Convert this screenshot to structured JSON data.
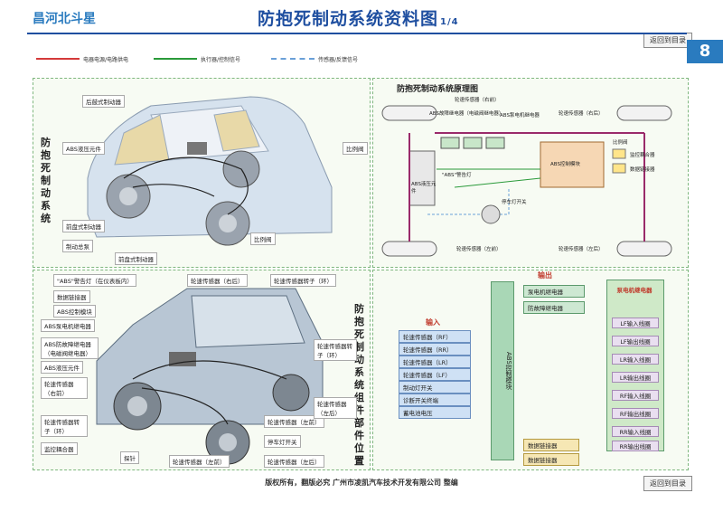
{
  "header": {
    "brand": "昌河北斗星",
    "title": "防抱死制动系统资料图",
    "page_fraction": "1/4",
    "back_button": "返回到目录",
    "page_number": "8"
  },
  "legend": [
    {
      "label": "电器电源/电路供电",
      "color": "#d43a3a"
    },
    {
      "label": "执行器/控制信号",
      "color": "#2a9a3a"
    },
    {
      "label": "传感器/反馈信号",
      "color": "#6aa0d8"
    }
  ],
  "top_left": {
    "vertical_title": "防抱死制动系统",
    "labels": [
      "后鼓式制动器",
      "ABS液压元件",
      "比例阀",
      "前盘式制动器",
      "制动总泵",
      "比例阀",
      "前盘式制动器"
    ]
  },
  "top_right": {
    "title": "防抱死制动系统原理图",
    "labels": [
      "轮速传感器（右前）",
      "ABS故障继电器（电磁阀继电器）",
      "ABS泵电机继电器",
      "轮速传感器（右后）",
      "比例阀",
      "\"ABS\"警告灯",
      "ABS控制模块",
      "监控耦合器",
      "数据链接器",
      "ABS液压元件",
      "停车灯开关",
      "轮速传感器（左前）",
      "轮速传感器（左后）"
    ]
  },
  "bottom_left": {
    "vertical_title": "防抱死制动系统组件部件位置",
    "labels": [
      "\"ABS\"警告灯（在仪表板内）",
      "轮速传感器（右后）",
      "轮速传感器转子（环）",
      "数据链接器",
      "ABS控制模块",
      "ABS泵电机继电器",
      "ABS防故障继电器（电磁阀继电器）",
      "ABS液压元件",
      "轮速传感器（右前）",
      "轮速传感器转子（环）",
      "监控耦合器",
      "探针",
      "轮速传感器转子（环）",
      "轮速传感器（左前）",
      "轮速传感器（左后）",
      "停车灯开关",
      "轮速传感器（左前）",
      "轮速传感器（左后）"
    ]
  },
  "bottom_right": {
    "input_title": "输入",
    "inputs": [
      "轮速传感器（RF）",
      "轮速传感器（RR）",
      "轮速传感器（LR）",
      "轮速传感器（LF）",
      "制动灯开关",
      "诊断开关终端",
      "蓄电池电压"
    ],
    "controller": "ABS控制模块",
    "output_title": "输出",
    "relays": [
      "泵电机继电器",
      "防故障继电器"
    ],
    "pump": "泵电机继电器",
    "outputs": [
      "LF输入线圈",
      "LF输出线圈",
      "LR输入线圈",
      "LR输出线圈",
      "RF输入线圈",
      "RF输出线圈",
      "RR输入线圈",
      "RR输出线圈"
    ],
    "bottom": [
      "数据链接器",
      "数据链接器"
    ]
  },
  "footer": "版权所有，翻版必究    广州市凌凯汽车技术开发有限公司 整编"
}
